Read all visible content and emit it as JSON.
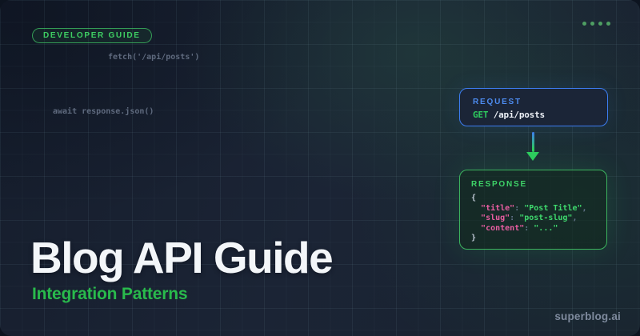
{
  "badge": {
    "label": "DEVELOPER GUIDE"
  },
  "floating_code": {
    "fetch_line": "fetch('/api/posts')",
    "await_line": "await response.json()"
  },
  "decor": {
    "dots_count": 4,
    "dot_color": "#4e9e62"
  },
  "request_card": {
    "label": "REQUEST",
    "method": "GET",
    "path": " /api/posts"
  },
  "flow_arrow": {
    "direction": "down",
    "color_top": "#3e7bf0",
    "color_bottom": "#2ecc5e"
  },
  "response_card": {
    "label": "RESPONSE",
    "code_lines": [
      [
        {
          "t": "{",
          "k": "brace"
        }
      ],
      [
        {
          "t": "  ",
          "k": "ws"
        },
        {
          "t": "\"title\"",
          "k": "key"
        },
        {
          "t": ": ",
          "k": "punct"
        },
        {
          "t": "\"Post Title\"",
          "k": "str"
        },
        {
          "t": ",",
          "k": "punct"
        }
      ],
      [
        {
          "t": "  ",
          "k": "ws"
        },
        {
          "t": "\"slug\"",
          "k": "key"
        },
        {
          "t": ": ",
          "k": "punct"
        },
        {
          "t": "\"post-slug\"",
          "k": "str"
        },
        {
          "t": ",",
          "k": "punct"
        }
      ],
      [
        {
          "t": "  ",
          "k": "ws"
        },
        {
          "t": "\"content\"",
          "k": "key"
        },
        {
          "t": ": ",
          "k": "punct"
        },
        {
          "t": "\"...\"",
          "k": "str"
        }
      ],
      [
        {
          "t": "}",
          "k": "brace"
        }
      ]
    ]
  },
  "hero": {
    "title": "Blog API Guide",
    "subtitle": "Integration Patterns"
  },
  "footer": {
    "brand": "superblog.ai"
  },
  "colors": {
    "background_base": "#1b2435",
    "accent_green": "#2ecc5e",
    "accent_blue": "#3c7cf0",
    "badge_green": "#3ecf63",
    "json_key_pink": "#ea5ea2",
    "json_string_green": "#3fd96d",
    "muted_code_gray": "#5f6a7e",
    "title_white": "#f3f6f9",
    "brand_gray": "#7e8a9d"
  }
}
